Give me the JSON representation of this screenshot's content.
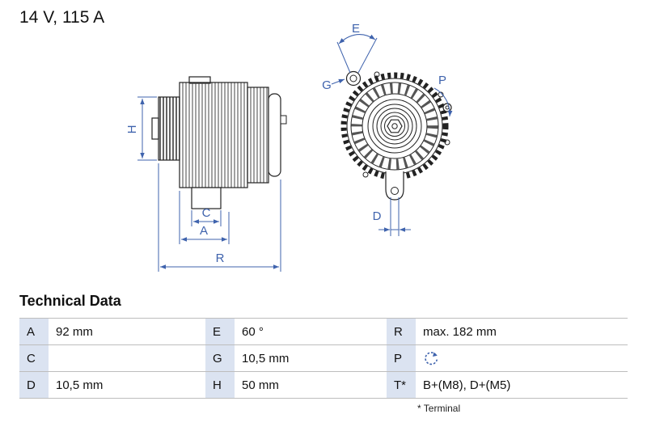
{
  "header": {
    "title": "14 V, 115 A"
  },
  "drawing": {
    "dimension_labels": {
      "H": "H",
      "C": "C",
      "A": "A",
      "R": "R",
      "E": "E",
      "G": "G",
      "P": "P",
      "D": "D"
    },
    "dimension_color": "#3f63ad",
    "line_color": "#222222"
  },
  "technical_data": {
    "heading": "Technical Data",
    "rows": [
      {
        "c1k": "A",
        "c1v": "92 mm",
        "c2k": "E",
        "c2v": "60 °",
        "c3k": "R",
        "c3v": "max. 182 mm"
      },
      {
        "c1k": "C",
        "c1v": "",
        "c2k": "G",
        "c2v": "10,5 mm",
        "c3k": "P",
        "c3v": ""
      },
      {
        "c1k": "D",
        "c1v": "10,5 mm",
        "c2k": "H",
        "c2v": "50 mm",
        "c3k": "T*",
        "c3v": "B+(M8), D+(M5)"
      }
    ],
    "p_icon_name": "rotation-direction-icon",
    "label_cell_bg": "#dbe3f1",
    "footnote": "* Terminal"
  }
}
